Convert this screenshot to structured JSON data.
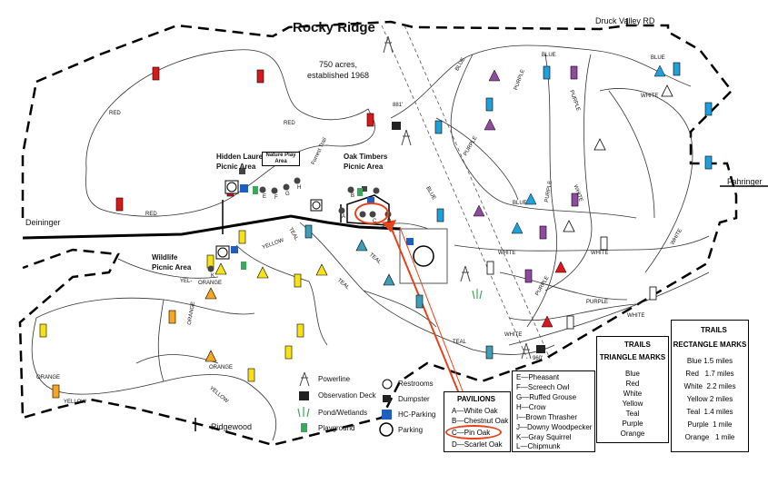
{
  "title": "Rocky Ridge",
  "subtitle_line1": "750 acres,",
  "subtitle_line2": "established 1968",
  "roads": {
    "druck_valley": "Druck Valley RD",
    "deininger": "Deininger",
    "fahringer": "Fahringer",
    "ridgewood": "Ridgewood"
  },
  "elevations": {
    "e881": "881'",
    "e960": "960'"
  },
  "areas": {
    "hidden_laurel": "Hidden Laurel\nPicnic Area",
    "nature_play": "Nature Play\nArea",
    "oak_timbers": "Oak Timbers\nPicnic Area",
    "wildlife": "Wildlife\nPicnic Area",
    "forrest_trail": "Forrest Trail"
  },
  "trail_labels": {
    "red": "RED",
    "blue": "BLUE",
    "white": "WHITE",
    "yellow": "YELLOW",
    "teal": "TEAL",
    "purple": "PURPLE",
    "orange": "ORANGE",
    "yel": "YEL-"
  },
  "legend_icons": {
    "powerline": "Powerline",
    "observation_deck": "Observation Deck",
    "pond": "Pond/Wetlands",
    "playground": "Playground",
    "restrooms": "Restrooms",
    "dumpster": "Dumpster",
    "hc_parking": "HC-Parking",
    "parking": "Parking"
  },
  "pavilions": {
    "header": "PAVILIONS",
    "items": [
      "A—White Oak",
      "B—Chestnut Oak",
      "C—Pin Oak",
      "D—Scarlet Oak"
    ],
    "items2": [
      "E—Pheasant",
      "F—Screech Owl",
      "G—Ruffed Grouse",
      "H—Crow",
      "I—Brown Thrasher",
      "J—Downy Woodpecker",
      "K—Gray Squirrel",
      "L—Chipmunk"
    ]
  },
  "triangle_legend": {
    "header1": "TRAILS",
    "header2": "TRIANGLE MARKS",
    "items": [
      "Blue",
      "Red",
      "White",
      "Yellow",
      "Teal",
      "Purple",
      "Orange"
    ]
  },
  "rectangle_legend": {
    "header1": "TRAILS",
    "header2": "RECTANGLE MARKS",
    "items": [
      "Blue 1.5 miles",
      "Red   1.7 miles",
      "White  2.2 miles",
      "Yellow 2 miles",
      "Teal  1.4 miles",
      "Purple  1 mile",
      "Orange   1 mile"
    ]
  },
  "letters": {
    "a": "A",
    "b": "B",
    "c": "C",
    "d": "D",
    "e": "E",
    "f": "F",
    "g": "G",
    "h": "H",
    "i": "I",
    "j": "J",
    "k": "K",
    "l": "L"
  },
  "colors": {
    "red": "#d7191c",
    "blue": "#1fa0dc",
    "purple": "#8e4a9c",
    "yellow": "#f7e21a",
    "teal": "#3f9eb5",
    "orange": "#f5a623",
    "white": "#ffffff",
    "highlight": "#e8421a"
  }
}
